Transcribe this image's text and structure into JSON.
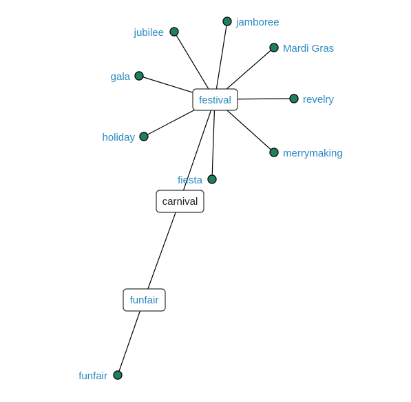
{
  "colors": {
    "link_text": "#2a88c1",
    "root_text": "#222222",
    "leaf_fill": "#1e8060",
    "edge": "#000000"
  },
  "graph": {
    "root": {
      "label": "carnival"
    },
    "hubs": [
      {
        "id": "festival",
        "label": "festival"
      },
      {
        "id": "funfair",
        "label": "funfair"
      }
    ],
    "leaves": [
      {
        "id": "jubilee",
        "label": "jubilee",
        "parent": "festival"
      },
      {
        "id": "jamboree",
        "label": "jamboree",
        "parent": "festival"
      },
      {
        "id": "mardi-gras",
        "label": "Mardi Gras",
        "parent": "festival"
      },
      {
        "id": "gala",
        "label": "gala",
        "parent": "festival"
      },
      {
        "id": "revelry",
        "label": "revelry",
        "parent": "festival"
      },
      {
        "id": "holiday",
        "label": "holiday",
        "parent": "festival"
      },
      {
        "id": "merrymaking",
        "label": "merrymaking",
        "parent": "festival"
      },
      {
        "id": "fiesta",
        "label": "fiesta",
        "parent": "festival"
      },
      {
        "id": "funfair-leaf",
        "label": "funfair",
        "parent": "funfair"
      }
    ]
  }
}
